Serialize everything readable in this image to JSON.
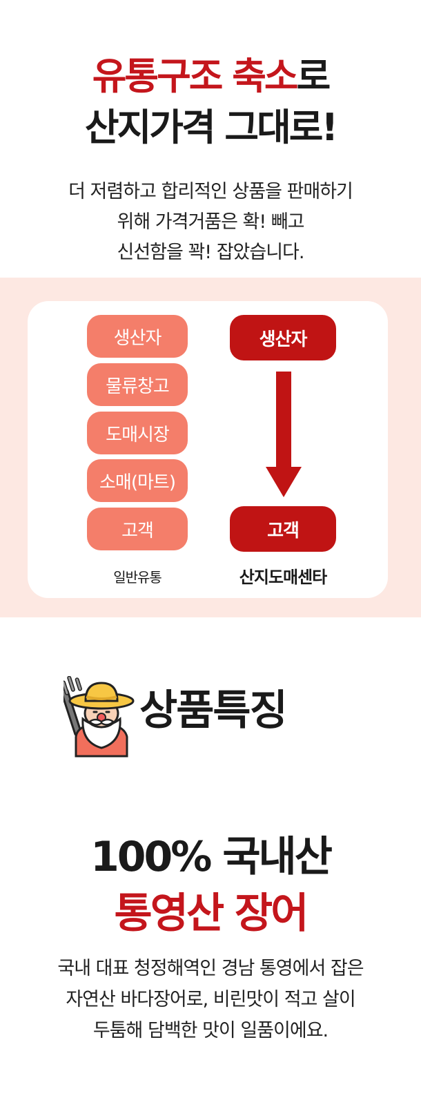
{
  "headline": {
    "line1_red": "유통구조 축소",
    "line1_black": "로",
    "line2": "산지가격 그대로!"
  },
  "intro": {
    "lines": [
      "더 저렴하고 합리적인 상품을 판매하기",
      "위해 가격거품은 확! 빼고",
      "신선함을 꽉! 잡았습니다."
    ]
  },
  "flow": {
    "general": {
      "steps": [
        "생산자",
        "물류창고",
        "도매시장",
        "소매(마트)",
        "고객"
      ],
      "label": "일반유통"
    },
    "direct": {
      "start": "생산자",
      "end": "고객",
      "label": "산지도매센타"
    },
    "colors": {
      "light_pill": "#f47e6a",
      "dark_pill": "#c01414",
      "panel_bg": "#fde8e2"
    }
  },
  "feature": {
    "title": "상품특징",
    "mascot_icon": "farmer-mascot-icon"
  },
  "product": {
    "headline1": "100% 국내산",
    "headline2": "통영산 장어",
    "desc_lines": [
      "국내 대표 청정해역인 경남 통영에서 잡은",
      "자연산 바다장어로, 비린맛이 적고 살이",
      "두툼해 담백한 맛이 일품이에요."
    ]
  }
}
